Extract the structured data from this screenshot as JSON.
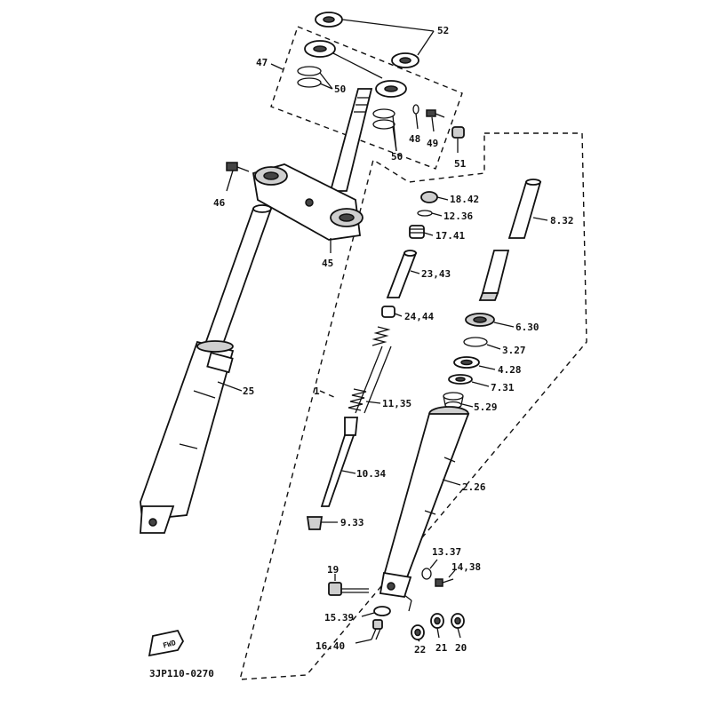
{
  "diagram": {
    "drawing_code": "3JP110-0270",
    "fwd_label": "FWD",
    "callouts": {
      "c52": "52",
      "c47": "47",
      "c50a": "50",
      "c50b": "50",
      "c48": "48",
      "c49": "49",
      "c51": "51",
      "c46": "46",
      "c45": "45",
      "c25": "25",
      "c1": "1",
      "c18_42": "18.42",
      "c12_36": "12.36",
      "c17_41": "17.41",
      "c8_32": "8.32",
      "c23_43": "23,43",
      "c24_44": "24,44",
      "c6_30": "6.30",
      "c3_27": "3.27",
      "c4_28": "4.28",
      "c7_31": "7.31",
      "c11_35": "11,35",
      "c5_29": "5.29",
      "c10_34": "10.34",
      "c2_26": "2.26",
      "c9_33": "9.33",
      "c13_37": "13.37",
      "c14_38": "14,38",
      "c19": "19",
      "c15_39": "15.39",
      "c16_40": "16.40",
      "c22": "22",
      "c21": "21",
      "c20": "20"
    }
  }
}
